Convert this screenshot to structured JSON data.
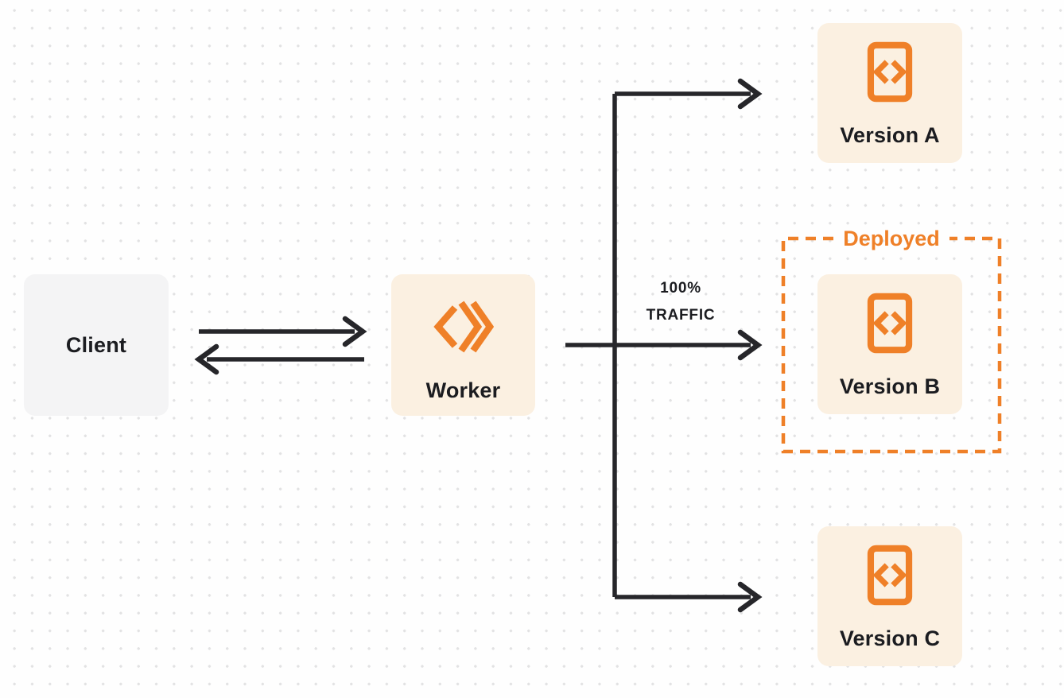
{
  "colors": {
    "background": "#fefefe",
    "dot": "#e2e2e3",
    "cream_box": "#fbf0e1",
    "gray_box": "#f4f4f5",
    "orange": "#ef8028",
    "line": "#26262a",
    "text": "#1b1c20"
  },
  "nodes": {
    "client": {
      "label": "Client"
    },
    "worker": {
      "label": "Worker"
    },
    "version_a": {
      "label": "Version A"
    },
    "version_b": {
      "label": "Version B"
    },
    "version_c": {
      "label": "Version C"
    }
  },
  "annotations": {
    "deployed_label": "Deployed",
    "traffic_percent": "100%",
    "traffic_word": "TRAFFIC"
  },
  "icons": {
    "worker_logo": "workers-logo-icon",
    "version_file": "code-file-icon"
  }
}
